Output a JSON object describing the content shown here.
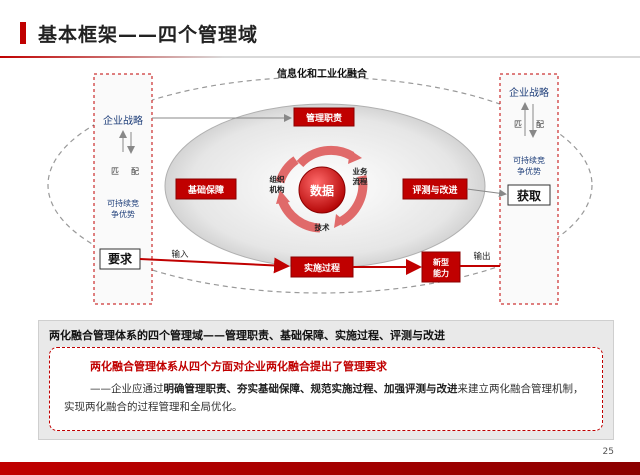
{
  "header": {
    "title": "基本框架——四个管理域"
  },
  "diagram": {
    "top_label": "信息化和工业化融合",
    "left_panel": {
      "strategy": "企业战略",
      "match_1": "匹",
      "match_2": "配",
      "advantage_1": "可持续竞",
      "advantage_2": "争优势",
      "requirement": "要求"
    },
    "right_panel": {
      "strategy": "企业战略",
      "match_1": "匹",
      "match_2": "配",
      "advantage_1": "可持续竞",
      "advantage_2": "争优势",
      "obtain": "获取"
    },
    "domains": {
      "management_duties": "管理职责",
      "foundation": "基础保障",
      "implementation": "实施过程",
      "evaluation": "评测与改进"
    },
    "center": {
      "data": "数据",
      "org_1": "组织",
      "org_2": "机构",
      "biz_1": "业务",
      "biz_2": "流程",
      "tech": "技术"
    },
    "input_label": "输入",
    "output_label": "输出",
    "new_capability_1": "新型",
    "new_capability_2": "能力"
  },
  "summary": {
    "heading": "两化融合管理体系的四个管理域——管理职责、基础保障、实施过程、评测与改进",
    "lead": "两化融合管理体系从四个方面对企业两化融合提出了管理要求",
    "body_prefix": "——企业应通过",
    "body_bold": "明确管理职责、夯实基础保障、规范实施过程、加强评测与改进",
    "body_suffix": "来建立两化融合管理机制，实现两化融合的过程管理和全局优化。"
  },
  "footer": {
    "page_number": "25"
  },
  "colors": {
    "accent": "#c00000",
    "dark_red": "#8b0000",
    "panel_gray": "#e9e9e9"
  }
}
